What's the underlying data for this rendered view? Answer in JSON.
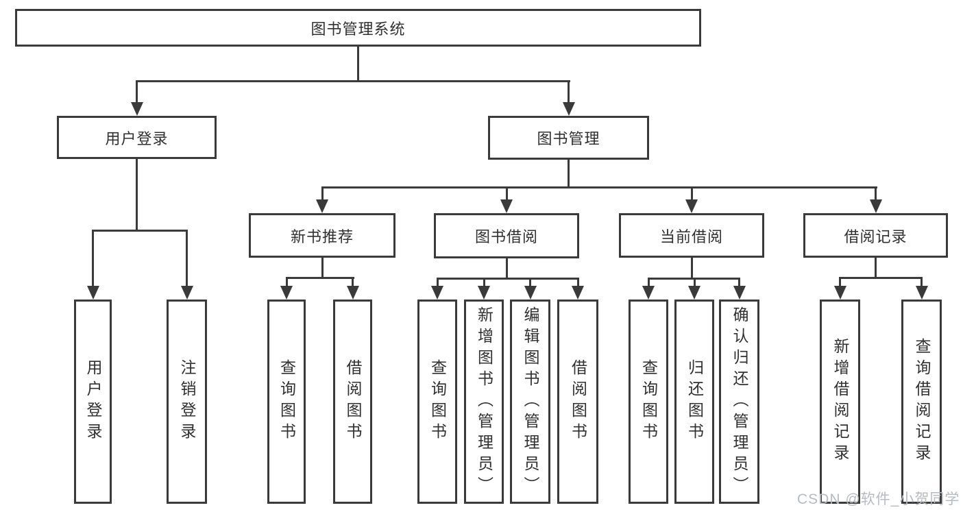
{
  "palette": {
    "line": "#3a3a3a",
    "text": "#303030",
    "background": "#ffffff",
    "watermark_color": "#b5bbc1"
  },
  "tree": {
    "root": "图书管理系统",
    "children": [
      {
        "label": "用户登录",
        "leaves": [
          "用户登录",
          "注销登录"
        ]
      },
      {
        "label": "图书管理",
        "children": [
          {
            "label": "新书推荐",
            "leaves": [
              "查询图书",
              "借阅图书"
            ]
          },
          {
            "label": "图书借阅",
            "leaves": [
              "查询图书",
              "新增图书（管理员）",
              "编辑图书（管理员）",
              "借阅图书"
            ]
          },
          {
            "label": "当前借阅",
            "leaves": [
              "查询图书",
              "归还图书",
              "确认归还（管理员）"
            ]
          },
          {
            "label": "借阅记录",
            "leaves": [
              "新增借阅记录",
              "查询借阅记录"
            ]
          }
        ]
      }
    ]
  },
  "watermark": {
    "text": "CSDN @软件_小贺同学"
  }
}
